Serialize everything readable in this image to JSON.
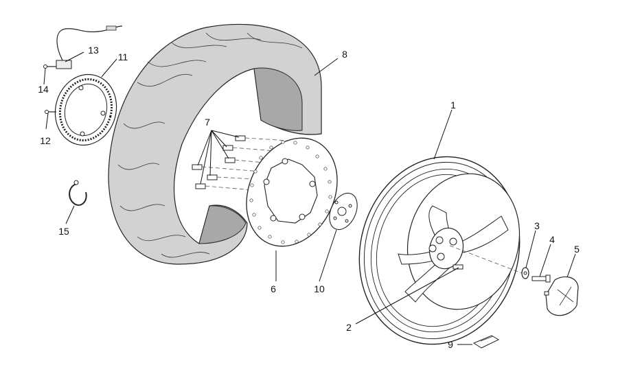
{
  "callouts": [
    {
      "id": "1",
      "label": "1"
    },
    {
      "id": "2",
      "label": "2"
    },
    {
      "id": "3",
      "label": "3"
    },
    {
      "id": "4",
      "label": "4"
    },
    {
      "id": "5",
      "label": "5"
    },
    {
      "id": "6",
      "label": "6"
    },
    {
      "id": "7",
      "label": "7"
    },
    {
      "id": "8",
      "label": "8"
    },
    {
      "id": "9",
      "label": "9"
    },
    {
      "id": "10",
      "label": "10"
    },
    {
      "id": "11",
      "label": "11"
    },
    {
      "id": "12",
      "label": "12"
    },
    {
      "id": "13",
      "label": "13"
    },
    {
      "id": "14",
      "label": "14"
    },
    {
      "id": "15",
      "label": "15"
    }
  ],
  "colors": {
    "tire_fill": "#d2d2d2",
    "tire_inner_fill": "#a8a8a8",
    "line": "#222222",
    "background": "#ffffff"
  }
}
